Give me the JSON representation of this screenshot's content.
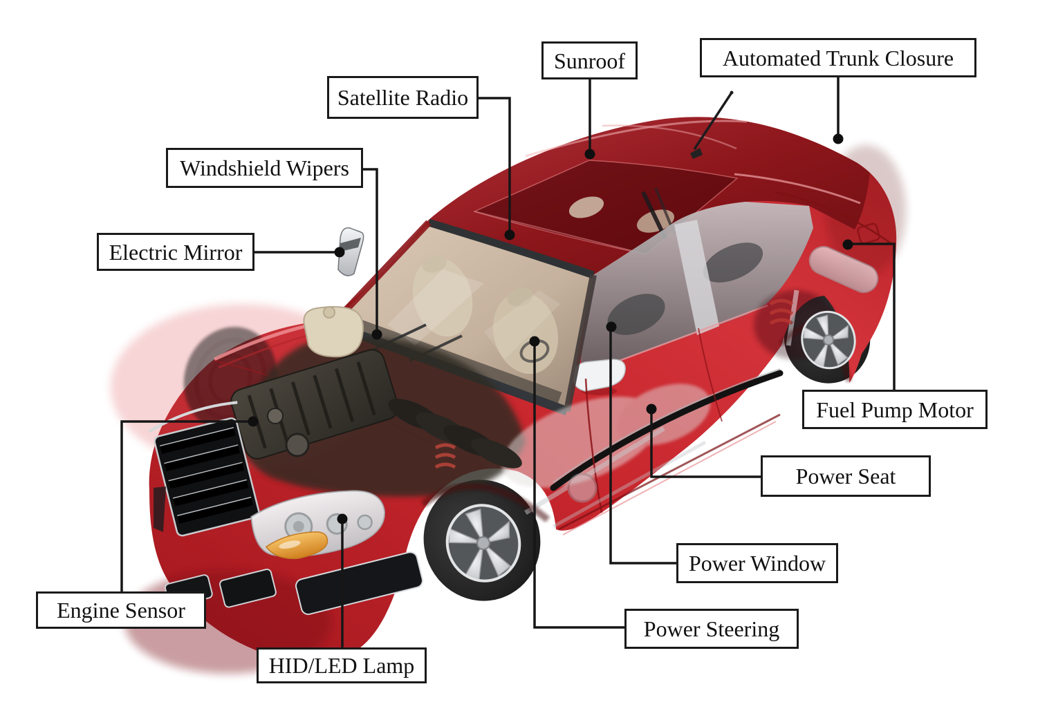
{
  "labels": [
    {
      "id": "sunroof",
      "text": "Sunroof"
    },
    {
      "id": "automated-trunk-closure",
      "text": "Automated Trunk Closure"
    },
    {
      "id": "satellite-radio",
      "text": "Satellite Radio"
    },
    {
      "id": "windshield-wipers",
      "text": "Windshield Wipers"
    },
    {
      "id": "electric-mirror",
      "text": "Electric Mirror"
    },
    {
      "id": "fuel-pump-motor",
      "text": "Fuel Pump Motor"
    },
    {
      "id": "power-seat",
      "text": "Power Seat"
    },
    {
      "id": "power-window",
      "text": "Power Window"
    },
    {
      "id": "power-steering",
      "text": "Power Steering"
    },
    {
      "id": "engine-sensor",
      "text": "Engine Sensor"
    },
    {
      "id": "hid-led-lamp",
      "text": "HID/LED Lamp"
    }
  ],
  "style": {
    "label_border_color": "#1a1a1a",
    "label_background": "#ffffff",
    "label_text_color": "#111111",
    "leader_line_color": "#161616",
    "car_body_color": "#c32128",
    "car_roof_color": "#8f161b",
    "glass_color": "#cfc3ae",
    "tire_color": "#242424",
    "rim_color": "#c9cacd",
    "amber_marker_color": "#e89b33",
    "background": "#ffffff"
  }
}
